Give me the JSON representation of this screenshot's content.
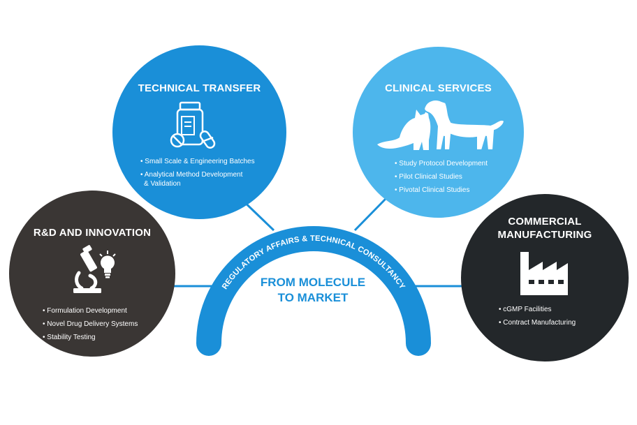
{
  "center": {
    "arc_label": "REGULATORY AFFAIRS & TECHNICAL CONSULTANCY",
    "title_line1": "FROM MOLECULE",
    "title_line2": "TO MARKET"
  },
  "nodes": [
    {
      "title": "R&D AND INNOVATION",
      "icon": "microscope-lightbulb-icon",
      "color": "#3a3634",
      "items": [
        "Formulation Development",
        "Novel Drug Delivery Systems",
        "Stability Testing"
      ]
    },
    {
      "title": "TECHNICAL TRANSFER",
      "icon": "pill-bottle-icon",
      "color": "#1a8fd8",
      "items": [
        "Small Scale & Engineering Batches",
        "Analytical Method Development",
        "& Validation"
      ]
    },
    {
      "title": "CLINICAL SERVICES",
      "icon": "cat-dog-icon",
      "color": "#4db6ec",
      "items": [
        "Study Protocol Development",
        "Pilot Clinical Studies",
        "Pivotal Clinical Studies"
      ]
    },
    {
      "title_line1": "COMMERCIAL",
      "title_line2": "MANUFACTURING",
      "icon": "factory-icon",
      "color": "#23272a",
      "items": [
        "cGMP Facilities",
        "Contract Manufacturing"
      ]
    }
  ]
}
